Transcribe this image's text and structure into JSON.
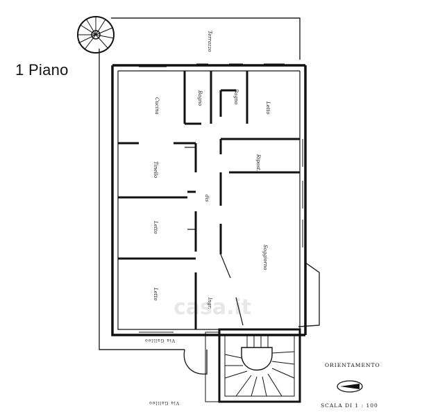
{
  "floor_label": "1 Piano",
  "rooms": [
    {
      "id": "terrazzo",
      "label": "Terrazzo"
    },
    {
      "id": "cucina",
      "label": "Cucina"
    },
    {
      "id": "bagno-1",
      "label": "Bagno"
    },
    {
      "id": "bagno-2",
      "label": "Bagno"
    },
    {
      "id": "letto-1",
      "label": "Letto"
    },
    {
      "id": "tinello",
      "label": "Tinello"
    },
    {
      "id": "ripost",
      "label": "Ripost."
    },
    {
      "id": "dis",
      "label": "dis"
    },
    {
      "id": "letto-2",
      "label": "Letto"
    },
    {
      "id": "soggiorno",
      "label": "Soggiorno"
    },
    {
      "id": "letto-3",
      "label": "Letto"
    },
    {
      "id": "ingr",
      "label": "Ingr."
    }
  ],
  "orientation_label": "ORIENTAMENTO",
  "scale_label": "SCALA DI 1 : 100",
  "watermark": "casa.it",
  "bottom_note": "Via Galileo",
  "bottom_note_2": "Via Galileo"
}
